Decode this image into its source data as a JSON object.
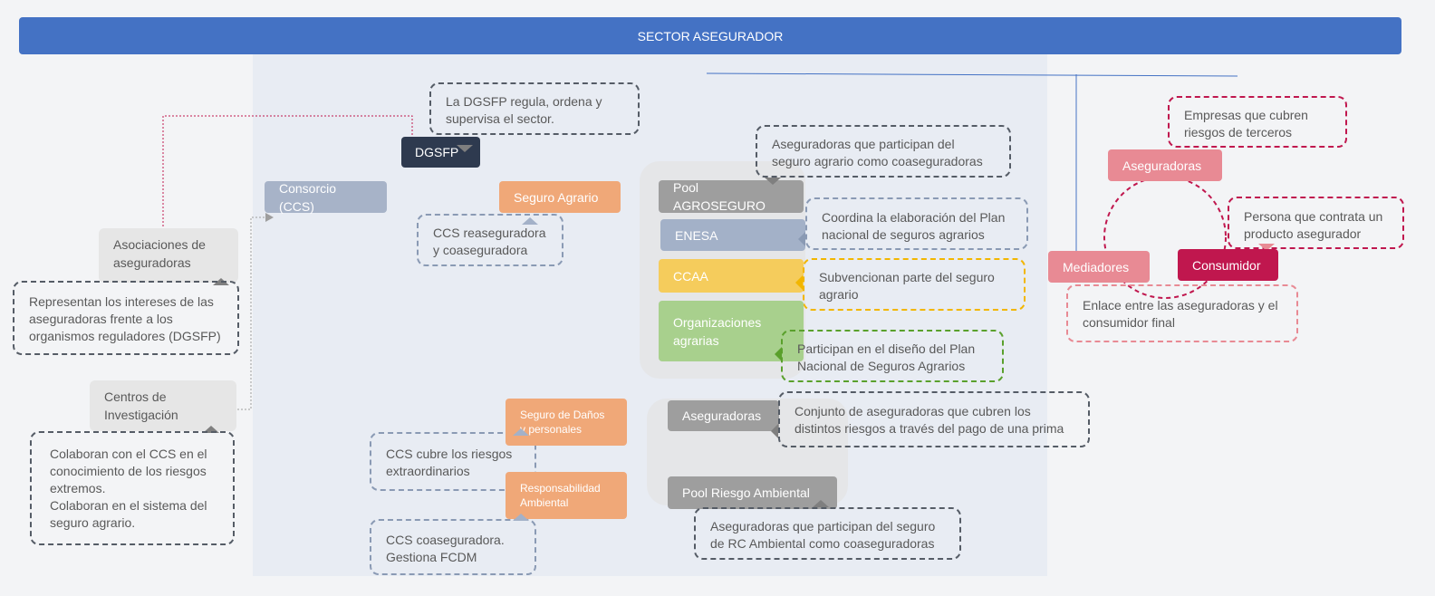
{
  "title": "SECTOR ASEGURADOR",
  "colors": {
    "header": "#4472c4",
    "dgsfp": "#2e3a4f",
    "consorcio": "#a7b3c8",
    "orange": "#f0a878",
    "grey": "#9e9e9e",
    "enesa": "#a3b1c8",
    "ccaa": "#f5cc5c",
    "organizaciones": "#a8d08d",
    "aseguradoras_pink": "#e88a94",
    "consumidor": "#c0174e"
  },
  "left": {
    "asociaciones": "Asociaciones de aseguradoras",
    "asociaciones_note": "Representan los intereses de las aseguradoras frente a los organismos reguladores (DGSFP)",
    "centros": "Centros de Investigación",
    "centros_note_1": "Colaboran con el CCS en el conocimiento de los riesgos extremos.",
    "centros_note_2": "Colaboran en el sistema del seguro agrario."
  },
  "center": {
    "dgsfp": "DGSFP",
    "dgsfp_note": "La DGSFP regula, ordena y supervisa el sector.",
    "consorcio": "Consorcio (CCS)",
    "seguro_agrario": "Seguro Agrario",
    "seguro_agrario_note": "CCS reaseguradora y coaseguradora",
    "seguro_danos": "Seguro de Daños y personales",
    "seguro_danos_note": "CCS cubre los riesgos extraordinarios",
    "responsabilidad": "Responsabilidad Ambiental",
    "responsabilidad_note": "CCS coaseguradora. Gestiona FCDM"
  },
  "agro": {
    "pool_agroseguro": "Pool AGROSEGURO",
    "pool_agroseguro_note": "Aseguradoras que participan del seguro agrario como coaseguradoras",
    "enesa": "ENESA",
    "enesa_note": "Coordina la elaboración del Plan nacional de seguros agrarios",
    "ccaa": "CCAA",
    "ccaa_note": "Subvencionan parte del seguro agrario",
    "organizaciones": "Organizaciones agrarias",
    "organizaciones_note": "Participan en el diseño del Plan Nacional de Seguros Agrarios"
  },
  "market": {
    "aseguradoras": "Aseguradoras",
    "aseguradoras_note": "Conjunto de aseguradoras que cubren los distintos riesgos a través del pago de una prima",
    "pool_ambiental": "Pool Riesgo Ambiental",
    "pool_ambiental_note": "Aseguradoras que participan del seguro de RC Ambiental como coaseguradoras"
  },
  "right": {
    "aseguradoras": "Aseguradoras",
    "aseguradoras_note": "Empresas que cubren riesgos de terceros",
    "mediadores": "Mediadores",
    "mediadores_note": "Enlace entre las aseguradoras y el consumidor final",
    "consumidor": "Consumidor",
    "consumidor_note": "Persona que contrata un producto asegurador"
  }
}
